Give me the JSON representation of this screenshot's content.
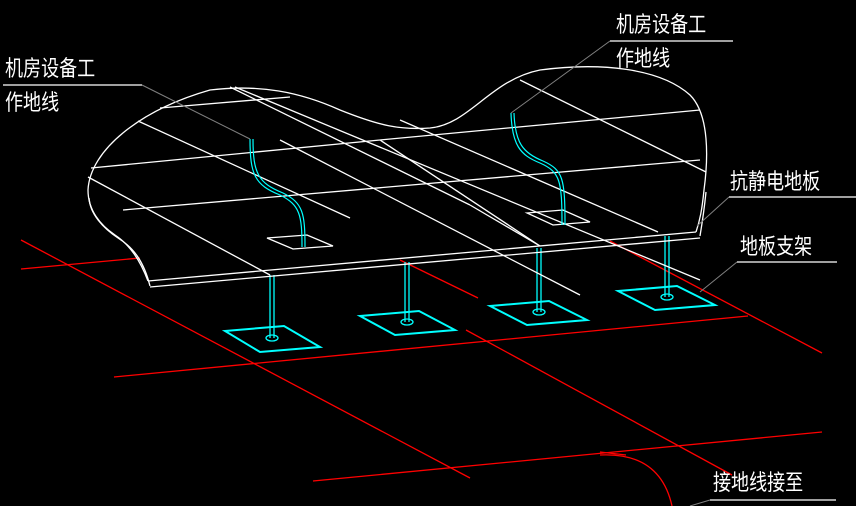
{
  "drawing": {
    "title": "Anti-static floor grounding isometric detail",
    "colors": {
      "background": "#000000",
      "floor": "#ffffff",
      "ground_wire": "#00ffff",
      "support": "#00ffff",
      "grid": "#ff0000",
      "leader": "#808080",
      "text": "#ffffff"
    }
  },
  "labels": {
    "equipment_ground_left": {
      "line1": "机房设备工",
      "line2": "作地线"
    },
    "equipment_ground_right": {
      "line1": "机房设备工",
      "line2": "作地线"
    },
    "antistatic_floor": "抗静电地板",
    "floor_support": "地板支架",
    "ground_wire_to": "接地线接至"
  }
}
